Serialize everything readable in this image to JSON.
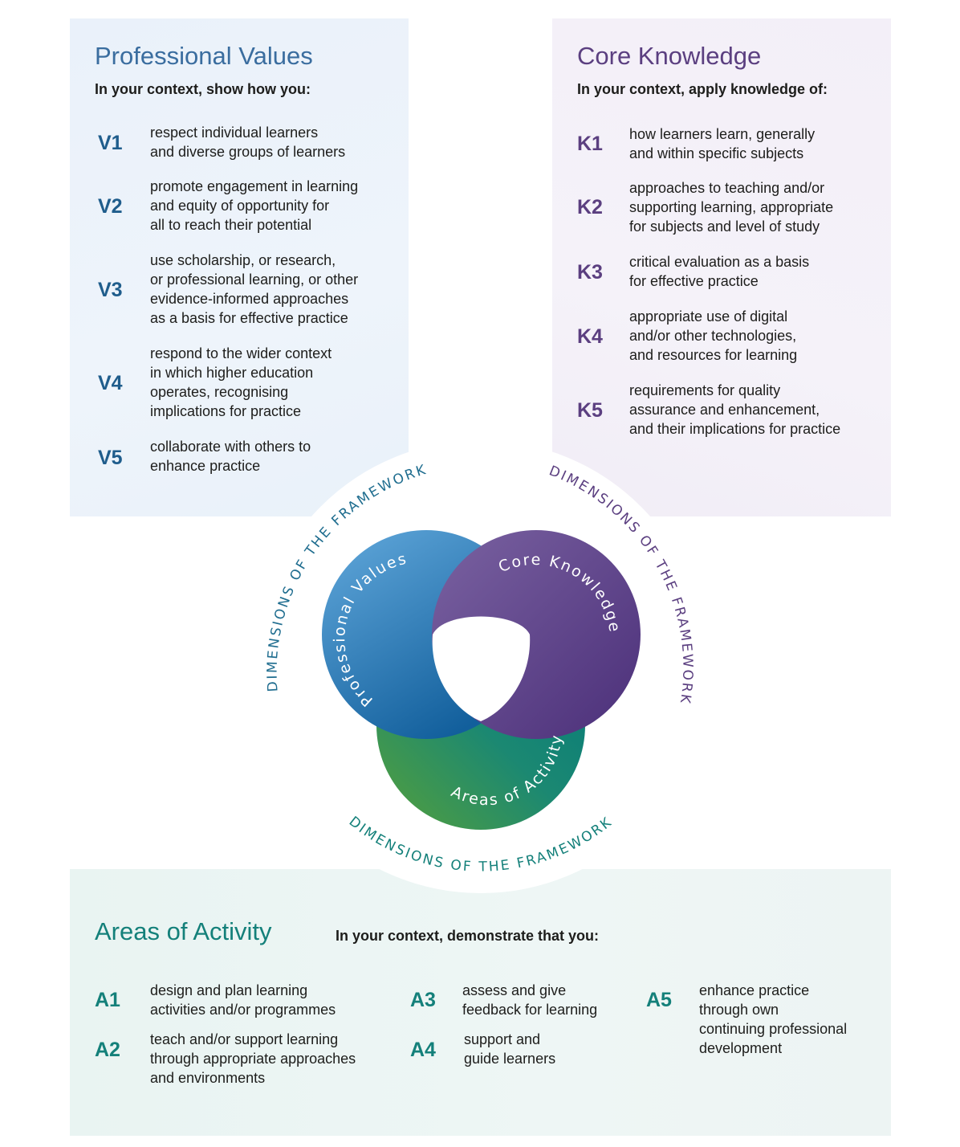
{
  "professional_values": {
    "title": "Professional Values",
    "subtitle": "In your context, show how you:",
    "items": [
      {
        "code": "V1",
        "text": "respect individual learners\nand diverse groups of learners"
      },
      {
        "code": "V2",
        "text": "promote engagement in learning\nand equity of opportunity for\nall to reach their potential"
      },
      {
        "code": "V3",
        "text": "use scholarship, or research,\nor professional learning, or other\nevidence-informed approaches\nas a basis for effective practice"
      },
      {
        "code": "V4",
        "text": "respond to the wider context\nin which higher education\noperates, recognising\nimplications for practice"
      },
      {
        "code": "V5",
        "text": "collaborate with others to\nenhance practice"
      }
    ]
  },
  "core_knowledge": {
    "title": "Core Knowledge",
    "subtitle": "In your context, apply knowledge of:",
    "items": [
      {
        "code": "K1",
        "text": "how learners learn, generally\nand within specific subjects"
      },
      {
        "code": "K2",
        "text": "approaches to teaching and/or\nsupporting learning, appropriate\nfor subjects and level of study"
      },
      {
        "code": "K3",
        "text": "critical evaluation as a basis\nfor effective practice"
      },
      {
        "code": "K4",
        "text": "appropriate use of digital\nand/or other technologies,\nand resources for learning"
      },
      {
        "code": "K5",
        "text": "requirements for quality\nassurance and enhancement,\nand their implications for practice"
      }
    ]
  },
  "areas_of_activity": {
    "title": "Areas of Activity",
    "subtitle": "In your context, demonstrate that you:",
    "items": [
      {
        "code": "A1",
        "text": "design and plan learning\nactivities and/or programmes"
      },
      {
        "code": "A2",
        "text": "teach and/or support learning\nthrough appropriate approaches\nand environments"
      },
      {
        "code": "A3",
        "text": "assess and give\nfeedback for learning"
      },
      {
        "code": "A4",
        "text": "support and\nguide learners"
      },
      {
        "code": "A5",
        "text": "enhance practice\nthrough own\ncontinuing professional\ndevelopment"
      }
    ]
  },
  "diagram": {
    "ring_label": "DIMENSIONS OF THE FRAMEWORK",
    "circle_labels": {
      "professional_values": "Professional Values",
      "core_knowledge": "Core Knowledge",
      "areas_of_activity": "Areas of Activity"
    }
  },
  "colors": {
    "pv_title": "#3a6d9f",
    "ck_title": "#5b3f80",
    "aa_title": "#14807a",
    "pv_blue": "#1a6fae",
    "ck_purple": "#5a3f87",
    "aa_teal": "#0e7f78",
    "aa_green": "#4e9a3d"
  }
}
